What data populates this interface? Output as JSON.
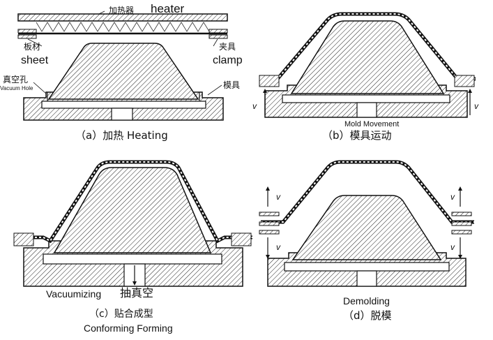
{
  "panel_a": {
    "heater_cn": "加热器",
    "heater_en": "heater",
    "sheet_cn": "板材",
    "sheet_en": "sheet",
    "clamp_cn": "夹具",
    "clamp_en": "clamp",
    "vacuum_hole_cn": "真空孔",
    "vacuum_hole_en": "Vacuum Hole",
    "mold_cn": "模具",
    "caption": "（a）加热  Heating"
  },
  "panel_b": {
    "velocity": "v",
    "movement_en": "Mold Movement",
    "caption": "（b）模具运动"
  },
  "panel_c": {
    "vacuumizing_en": "Vacuumizing",
    "vacuumizing_cn": "抽真空",
    "caption": "（c）贴合成型",
    "caption_en": "Conforming Forming"
  },
  "panel_d": {
    "velocity": "v",
    "demolding_en": "Demolding",
    "caption": "（d）脱模"
  }
}
